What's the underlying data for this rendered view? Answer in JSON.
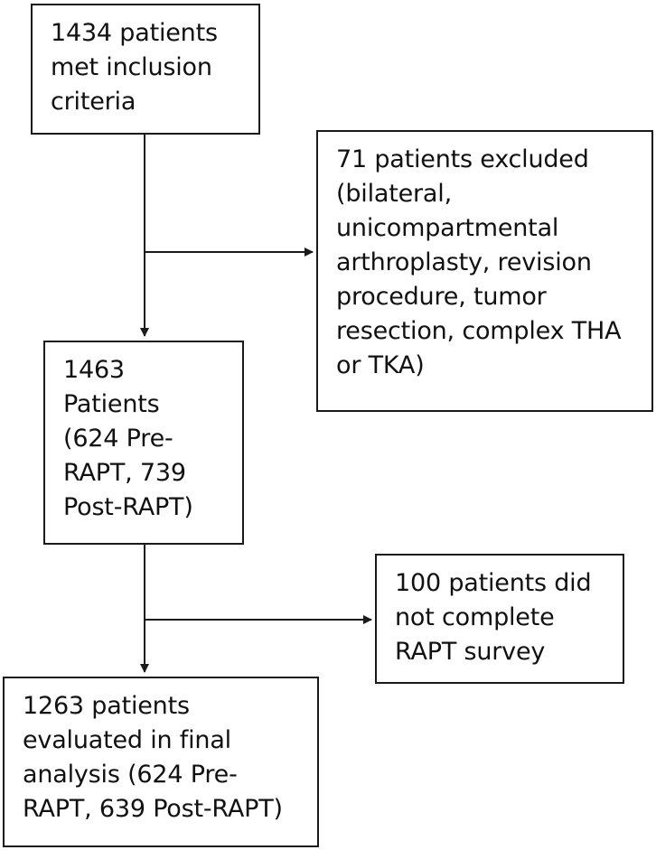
{
  "flowchart": {
    "inclusion_box": {
      "lines": [
        "1434 patients",
        "met inclusion",
        "criteria"
      ]
    },
    "excluded_box": {
      "lines": [
        "71 patients excluded",
        "(bilateral,",
        "unicompartmental",
        "arthroplasty, revision",
        "procedure, tumor",
        "resection, complex THA",
        "or TKA)"
      ]
    },
    "patients_box": {
      "lines": [
        "1463",
        "Patients",
        "(624 Pre-",
        "RAPT, 739",
        "Post-RAPT)"
      ]
    },
    "survey_box": {
      "lines": [
        "100 patients did",
        "not complete",
        "RAPT survey"
      ]
    },
    "final_box": {
      "lines": [
        "1263 patients",
        "evaluated in final",
        "analysis (624 Pre-",
        "RAPT, 639 Post-RAPT)"
      ]
    }
  }
}
